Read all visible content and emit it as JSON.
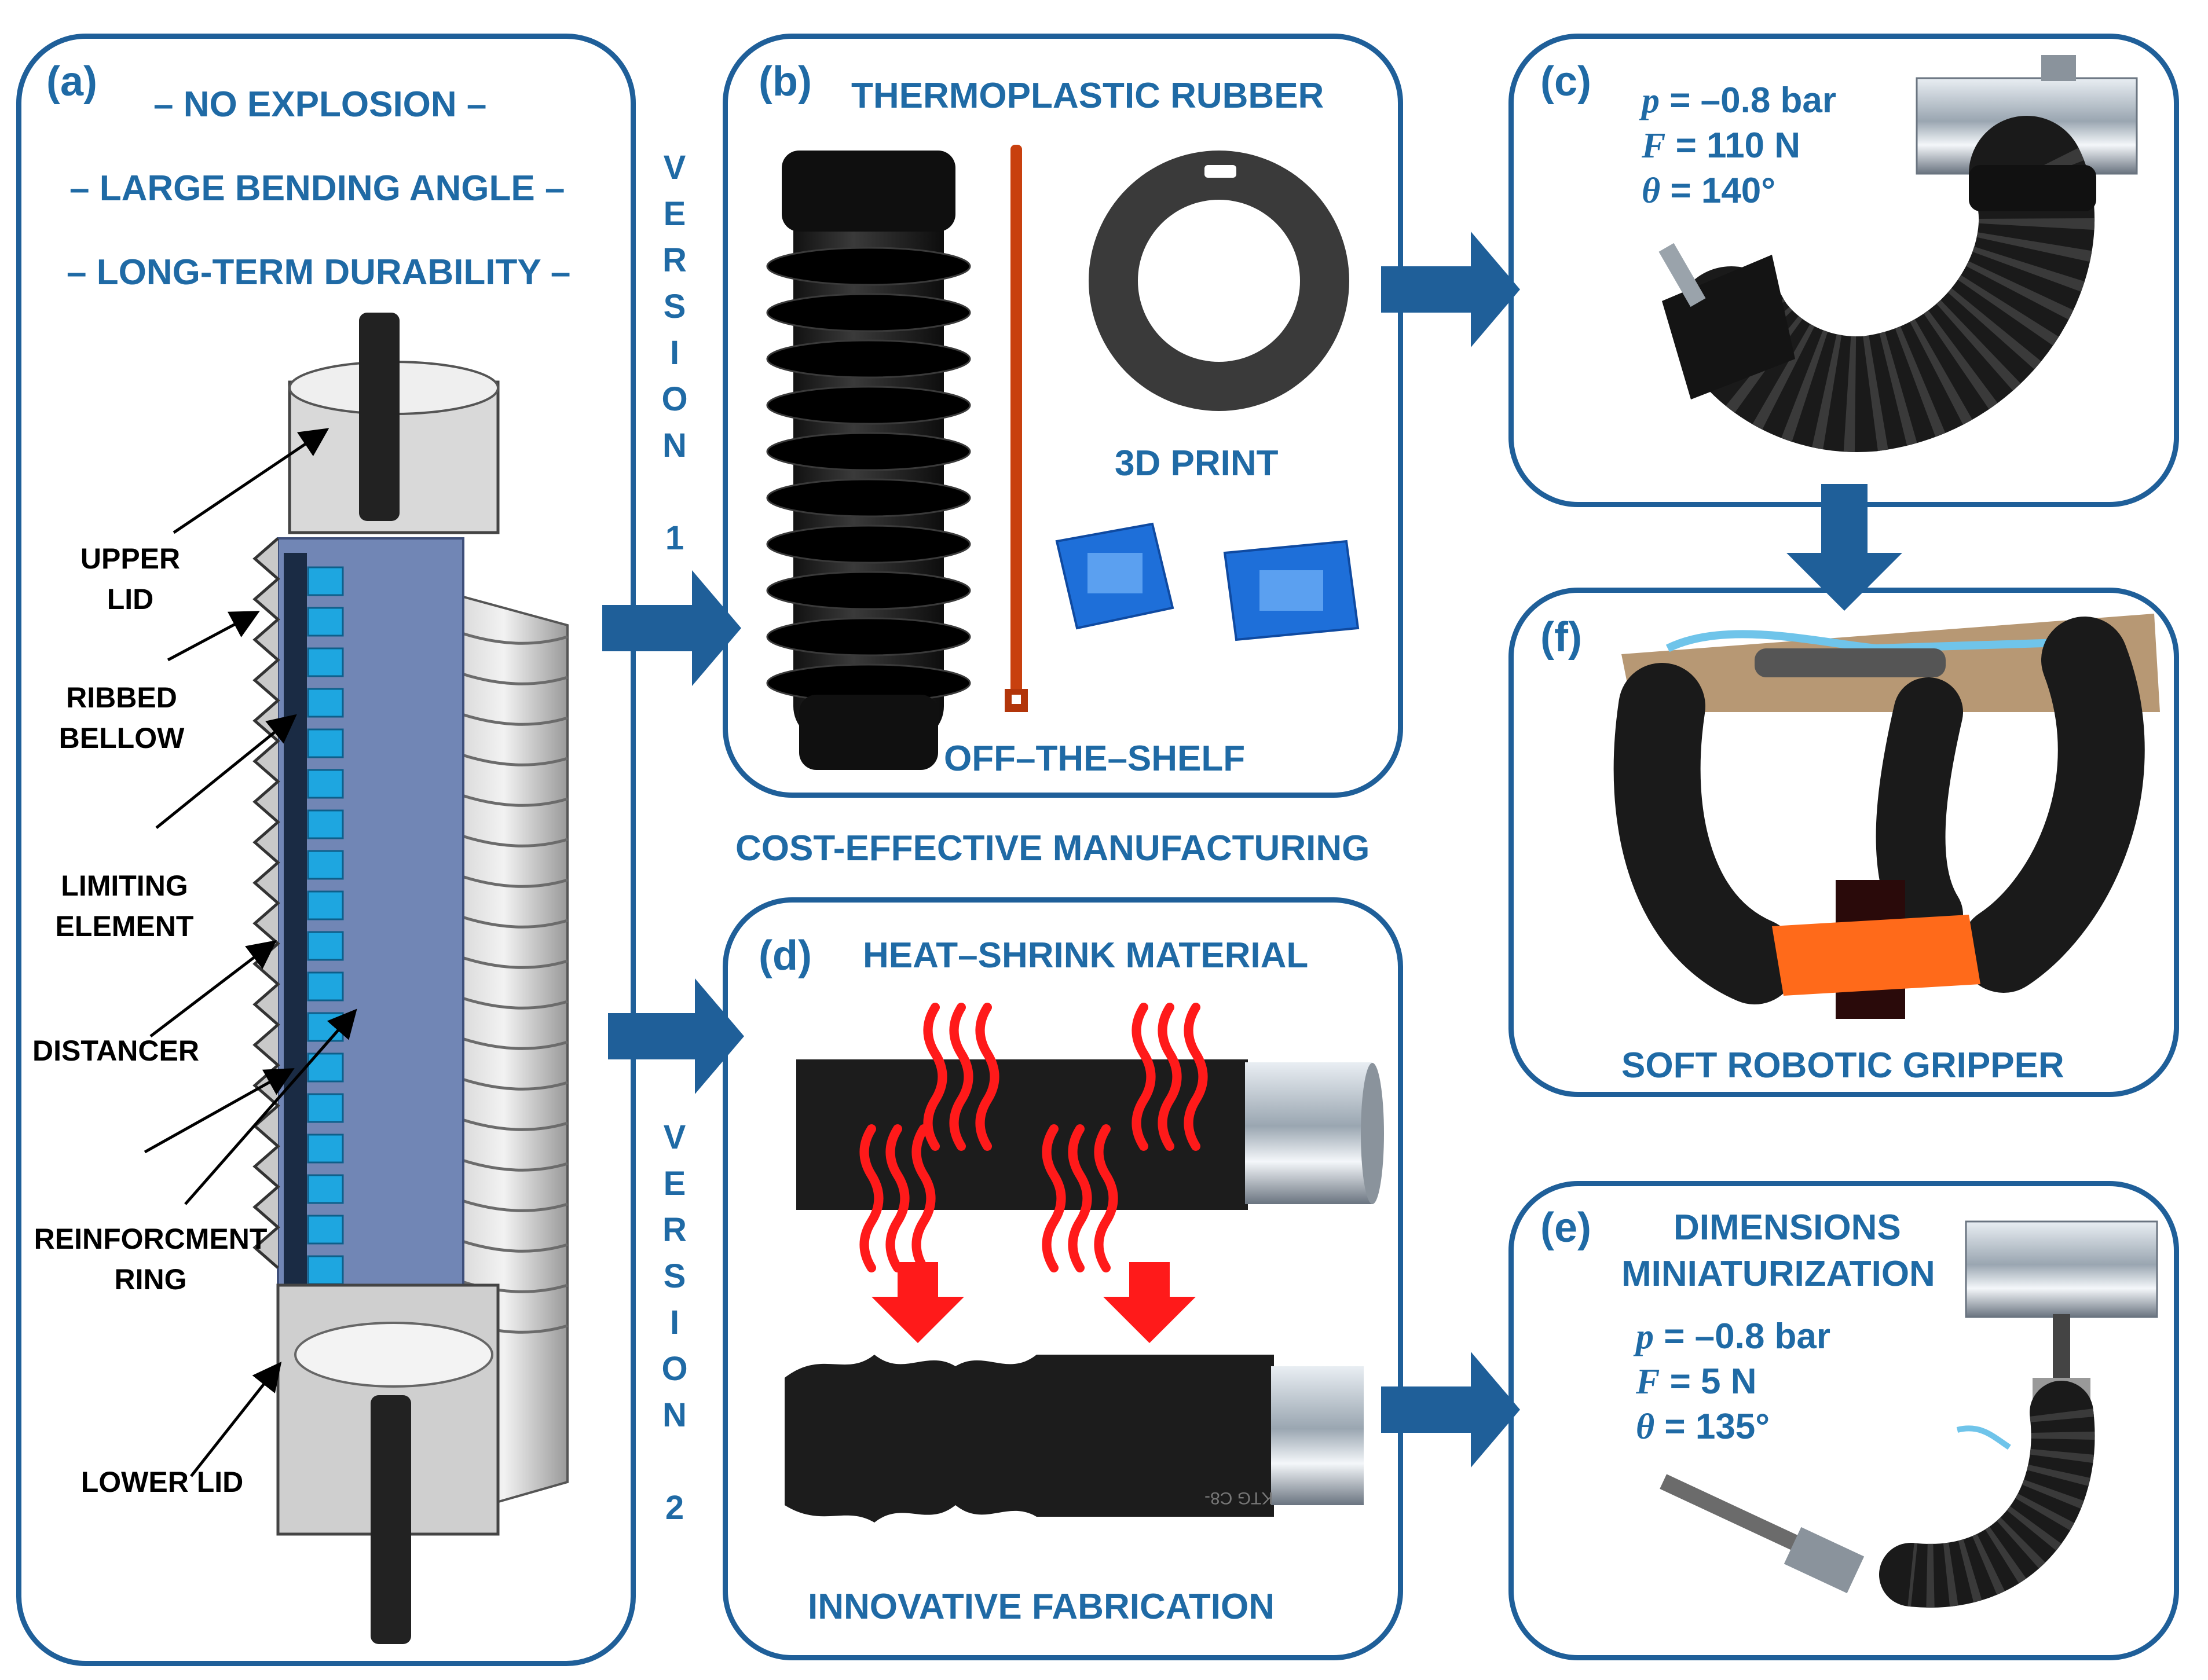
{
  "panel_a": {
    "tag": "(a)",
    "headline_1": "– NO EXPLOSION –",
    "headline_2": "– LARGE BENDING ANGLE –",
    "headline_3": "– LONG-TERM DURABILITY –",
    "labels": {
      "upper_lid": "UPPER\nLID",
      "ribbed_bellow": "RIBBED\nBELLOW",
      "limiting_element": "LIMITING\nELEMENT",
      "distancer": "DISTANCER",
      "reinforcement_ring": "REINFORCMENT\nRING",
      "lower_lid": "LOWER LID"
    }
  },
  "version_1": [
    "V",
    "E",
    "R",
    "S",
    "I",
    "O",
    "N",
    "",
    "1"
  ],
  "version_2": [
    "V",
    "E",
    "R",
    "S",
    "I",
    "O",
    "N",
    "",
    "2"
  ],
  "panel_b": {
    "tag": "(b)",
    "title": "THERMOPLASTIC RUBBER",
    "print_label": "3D PRINT",
    "shelf_label": "OFF–THE–SHELF"
  },
  "middle_caption": "COST-EFFECTIVE MANUFACTURING",
  "panel_c": {
    "tag": "(c)",
    "p_sym": "p",
    "p_val": " = –0.8 bar",
    "f_sym": "F",
    "f_val": " = 110 N",
    "t_sym": "θ",
    "t_val": " = 140°"
  },
  "panel_d": {
    "tag": "(d)",
    "title": "HEAT–SHRINK MATERIAL",
    "caption": "INNOVATIVE FABRICATION",
    "tube_print": "KTG  C8-"
  },
  "panel_e": {
    "tag": "(e)",
    "title_1": "DIMENSIONS",
    "title_2": "MINIATURIZATION",
    "p_sym": "p",
    "p_val": " = –0.8 bar",
    "f_sym": "F",
    "f_val": " = 5 N",
    "t_sym": "θ",
    "t_val": " = 135°"
  },
  "panel_f": {
    "tag": "(f)",
    "caption": "SOFT ROBOTIC GRIPPER"
  },
  "colors": {
    "accent": "#1f6aa5",
    "border": "#1f5f99",
    "rubber": "#1b1b1b",
    "print_blue": "#1e6fd9",
    "heat_red": "#ff1a1a",
    "bellow_blue": "#6f86b8"
  }
}
